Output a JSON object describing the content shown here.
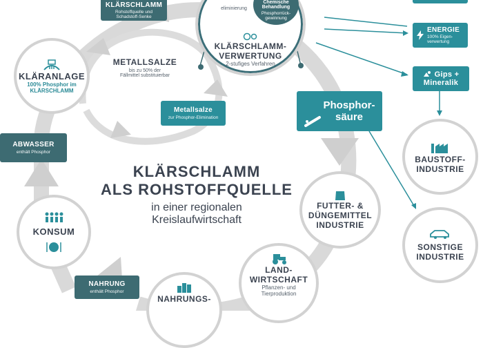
{
  "center": {
    "title_line1": "KLÄRSCHLAMM",
    "title_line2": "ALS ROHSTOFFQUELLE",
    "sub_line1": "in einer regionalen",
    "sub_line2": "Kreislaufwirtschaft"
  },
  "klaeranlage": {
    "title": "KLÄRANLAGE",
    "sub1": "100% Phosphor im",
    "sub2": "KLÄRSCHLAMM"
  },
  "klaerschlamm_box": {
    "title": "KLÄRSCHLAMM",
    "sub1": "Rohstoffquelle und",
    "sub2": "Schadstoff-Senke"
  },
  "metallsalze_text": {
    "title": "METALLSALZE",
    "sub1": "bis zu 50% der",
    "sub2": "Fällmittel substituierbar"
  },
  "metallsalze_box": {
    "title": "Metallsalze",
    "sub": "zur Phosphor-Elimination"
  },
  "verwertung": {
    "title1": "KLÄRSCHLAMM-",
    "title2": "VERWERTUNG",
    "sub": "2-stufiges Verfahren",
    "inner_left": "eliminierung",
    "inner_right_title1": "Chemische",
    "inner_right_title2": "Behandlung",
    "inner_right_sub1": "Phosphorrück-",
    "inner_right_sub2": "gewinnung"
  },
  "energie": {
    "title": "ENERGIE",
    "sub1": "100% Eigen-",
    "sub2": "verwertung"
  },
  "gips": {
    "title1": "Gips +",
    "title2": "Mineralik"
  },
  "phosphorsaeure": {
    "line1": "Phosphor-",
    "line2": "säure"
  },
  "baustoff": {
    "line1": "BAUSTOFF-",
    "line2": "INDUSTRIE"
  },
  "sonstige": {
    "line1": "SONSTIGE",
    "line2": "INDUSTRIE"
  },
  "futter": {
    "line1": "FUTTER- &",
    "line2": "DÜNGEMITTEL",
    "line3": "INDUSTRIE"
  },
  "landwirtschaft": {
    "title1": "LAND-",
    "title2": "WIRTSCHAFT",
    "sub1": "Pflanzen- und",
    "sub2": "Tierproduktion"
  },
  "nahrungs": {
    "title": "NAHRUNGS-"
  },
  "nahrung_box": {
    "title": "NAHRUNG",
    "sub": "enthält Phosphor"
  },
  "konsum": {
    "title": "KONSUM"
  },
  "abwasser_box": {
    "title": "ABWASSER",
    "sub": "enthält Phosphor"
  },
  "colors": {
    "teal": "#2b8f9b",
    "dark_teal": "#3d6b72",
    "grey_ring": "#d2d2d2",
    "text": "#3b4350"
  }
}
